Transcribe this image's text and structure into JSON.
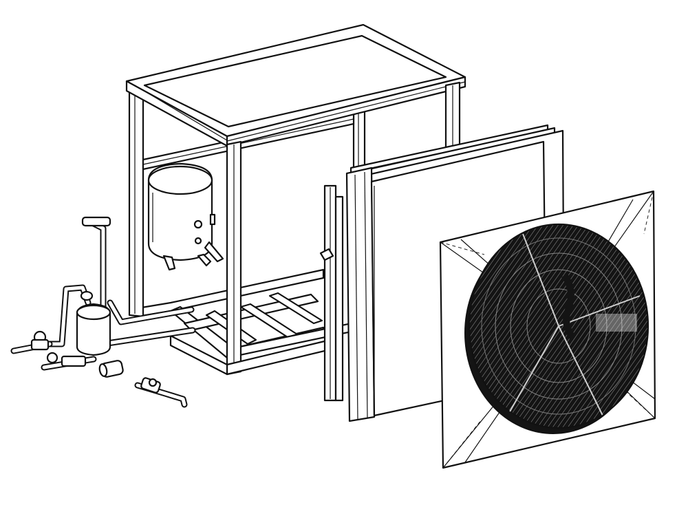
{
  "diagram": {
    "components": [
      {
        "id": "frame",
        "name": "frame"
      },
      {
        "id": "tank",
        "name": "tank"
      },
      {
        "id": "piping",
        "name": "piping"
      },
      {
        "id": "coil",
        "name": "coil"
      },
      {
        "id": "fan",
        "name": "fan"
      }
    ]
  },
  "colors": {
    "line": "#111111",
    "background": "#ffffff",
    "fan_dark": "#141414"
  }
}
